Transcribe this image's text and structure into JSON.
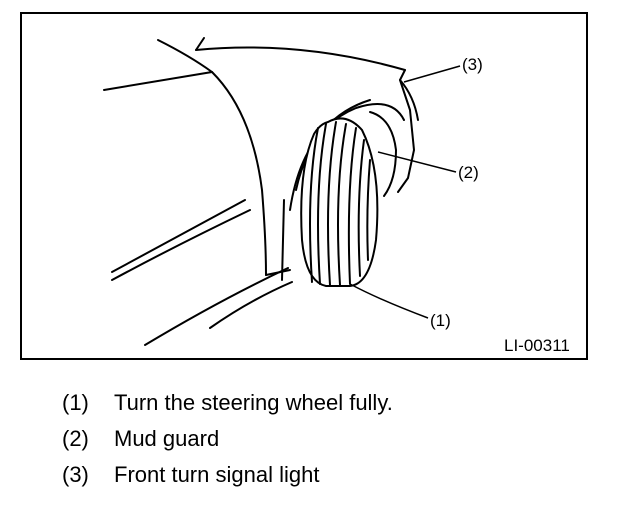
{
  "figure": {
    "id": "LI-00311",
    "callouts": [
      {
        "num": "(1)"
      },
      {
        "num": "(2)"
      },
      {
        "num": "(3)"
      }
    ]
  },
  "legend": [
    {
      "num": "(1)",
      "text": "Turn the steering wheel fully."
    },
    {
      "num": "(2)",
      "text": "Mud guard"
    },
    {
      "num": "(3)",
      "text": "Front turn signal light"
    }
  ]
}
